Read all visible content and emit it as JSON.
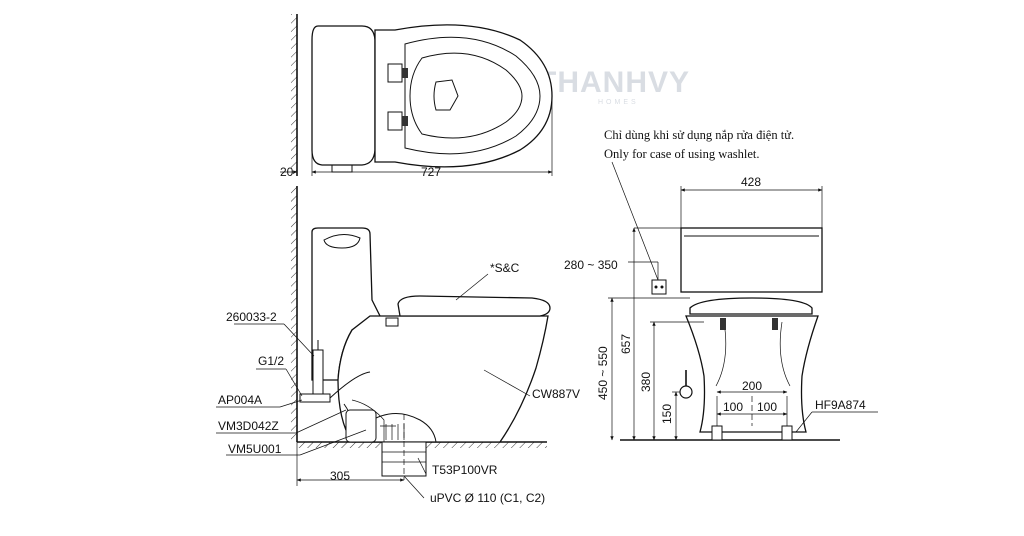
{
  "watermark": {
    "brand": "THANHVY",
    "sub": "HOMES"
  },
  "notes": {
    "washlet_vi": "Chỉ dùng khi sử dụng nắp rửa điện tử.",
    "washlet_en": "Only for case of using washlet."
  },
  "dimensions": {
    "top_wall_gap": "20",
    "top_length": "727",
    "rough_in": "305",
    "front_width": "428",
    "outlet_range": "280 ~ 350",
    "seat_height_range": "450 ~ 550",
    "total_height": "657",
    "supply_height": "380",
    "floor_to_inlet": "150",
    "bolt_span": "200",
    "bolt_left": "100",
    "bolt_right": "100"
  },
  "parts": {
    "hose": "260033-2",
    "thread": "G1/2",
    "angle_valve": "AP004A",
    "mount_kit": "VM3D042Z",
    "flange": "VM5U001",
    "drain": "T53P100VR",
    "pipe": "uPVC Ø 110 (C1, C2)",
    "seat": "*S&C",
    "bowl": "CW887V",
    "bolt_cap": "HF9A874"
  }
}
